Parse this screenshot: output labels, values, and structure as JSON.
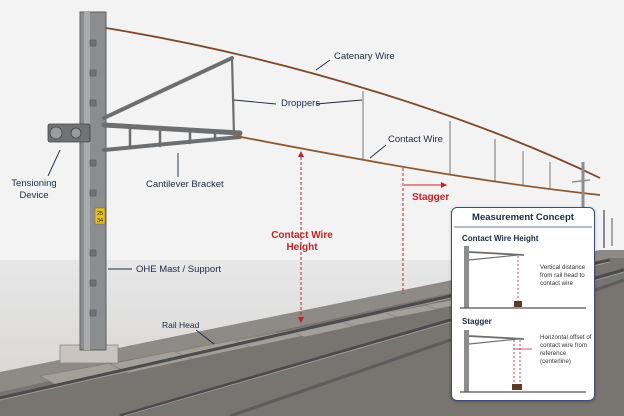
{
  "labels": {
    "catenary_wire": "Catenary Wire",
    "droppers": "Droppers",
    "contact_wire": "Contact Wire",
    "tensioning_device": "Tensioning Device",
    "cantilever_bracket": "Cantilever Bracket",
    "stagger": "Stagger",
    "contact_wire_height": "Contact Wire Height",
    "ohe_mast": "OHE Mast / Support",
    "rail_head": "Rail Head",
    "mast_plate_top": "25",
    "mast_plate_bottom": "34"
  },
  "concept": {
    "title": "Measurement Concept",
    "height_title": "Contact Wire Height",
    "height_desc": "Vertical distance from rail head to contact wire",
    "stagger_title": "Stagger",
    "stagger_desc": "Horizontal offset of contact wire from reference (centerline)"
  },
  "colors": {
    "label": "#1d2a44",
    "measure_red": "#c0232b",
    "mast": "#8a8c8e",
    "wire": "#7a4a2a",
    "panel_border": "#3a4e78"
  }
}
